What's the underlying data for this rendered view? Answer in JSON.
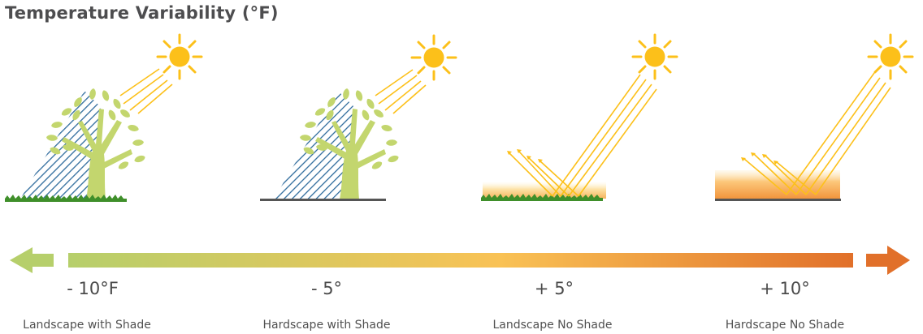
{
  "title": "Temperature Variability (°F)",
  "panels": [
    {
      "value": "- 10°F",
      "caption": "Landscape with Shade",
      "surface": "landscape",
      "shade": true
    },
    {
      "value": "- 5°",
      "caption": "Hardscape with Shade",
      "surface": "hardscape",
      "shade": true
    },
    {
      "value": "+ 5°",
      "caption": "Landscape No Shade",
      "surface": "landscape",
      "shade": false
    },
    {
      "value": "+ 10°",
      "caption": "Hardscape No Shade",
      "surface": "hardscape",
      "shade": false
    }
  ],
  "colors": {
    "cool": "#b6cf6b",
    "mid": "#f9c255",
    "hot": "#e1702a",
    "sun": "#fcc01a",
    "leaf": "#c3d66e",
    "shade_hatch": "#2e6b9c",
    "grass": "#3f8f2a",
    "pavement": "#555555"
  },
  "icons": [
    "sun-icon",
    "tree-icon",
    "arrow-left-icon",
    "arrow-right-icon"
  ]
}
